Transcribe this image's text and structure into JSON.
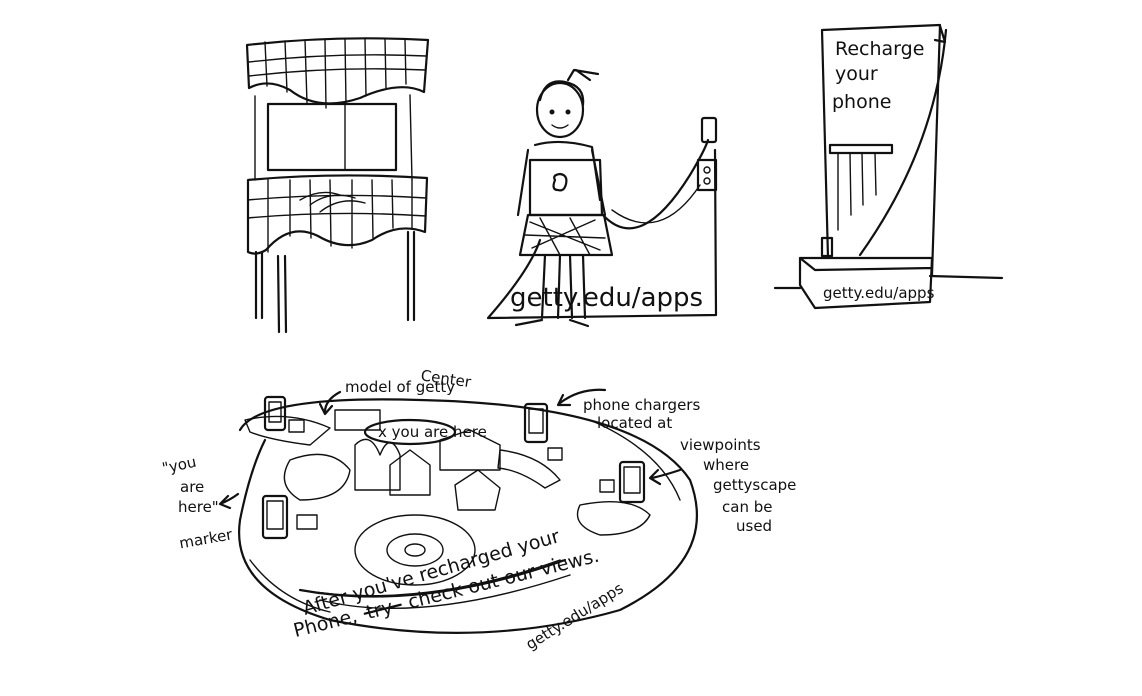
{
  "sketch_1": {},
  "sketch_2": {
    "url_text": "getty.edu/apps"
  },
  "sketch_3": {
    "headline": [
      "Recharge",
      "your",
      "phone"
    ],
    "url_text": "getty.edu/apps"
  },
  "sketch_4": {
    "labels": {
      "model": [
        "model of getty",
        "Center"
      ],
      "you_are_here_marker": "x you are here",
      "phone_chargers": [
        "phone chargers",
        "located at",
        "viewpoints",
        "where",
        "gettyscape",
        "can be",
        "used"
      ],
      "you_are_here_note": [
        "\"you",
        "are",
        "here\"",
        "marker"
      ],
      "caption_line_1": "After you've recharged your",
      "caption_line_2_prefix": "Phone,",
      "caption_strike": "try",
      "caption_line_2_suffix": "check out our views.",
      "caption_url": "getty.edu/apps"
    }
  }
}
